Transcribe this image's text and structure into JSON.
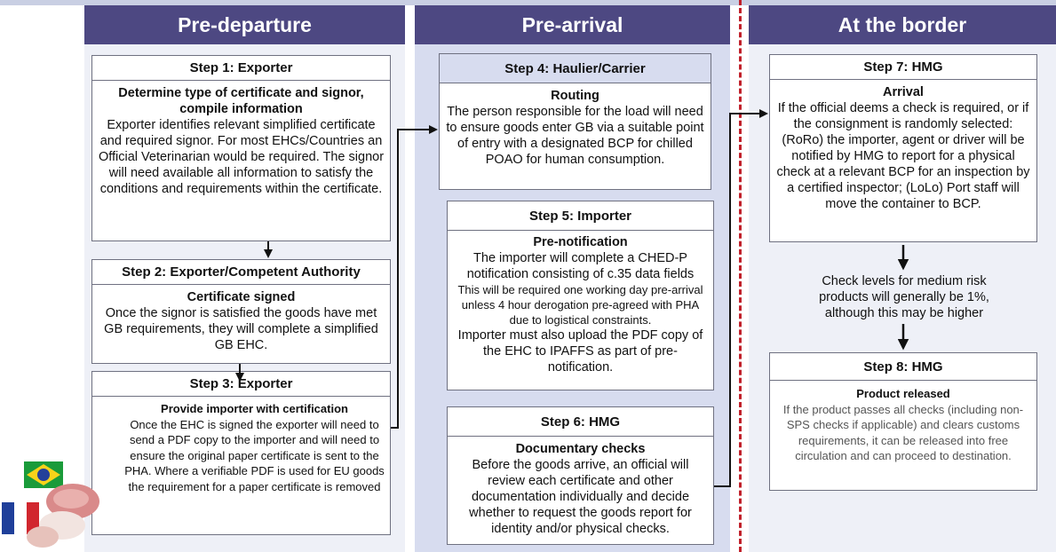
{
  "columns": {
    "pre_departure": "Pre-departure",
    "pre_arrival": "Pre-arrival",
    "at_border": "At the border"
  },
  "steps": {
    "s1": {
      "title": "Step 1: Exporter",
      "heading": "Determine type of certificate and signor, compile information",
      "text": "Exporter identifies relevant simplified certificate and required signor. For most EHCs/Countries an Official Veterinarian would be required. The signor will need available all information to satisfy the conditions and requirements within the certificate."
    },
    "s2": {
      "title": "Step 2: Exporter/Competent Authority",
      "heading": "Certificate signed",
      "text": "Once the signor is satisfied the goods have met GB requirements, they will complete a simplified GB EHC."
    },
    "s3": {
      "title": "Step 3: Exporter",
      "heading": "Provide importer with certification",
      "text": "Once the EHC is signed the exporter will need to send a PDF copy to the importer and will need to ensure the original paper certificate is sent to the PHA. Where a verifiable PDF is used for EU goods the requirement for a paper certificate is removed"
    },
    "s4": {
      "title": "Step 4: Haulier/Carrier",
      "heading": "Routing",
      "text": "The person responsible for the load will need to ensure goods enter GB via a suitable point of entry with a designated BCP for chilled POAO for human consumption."
    },
    "s5": {
      "title": "Step 5: Importer",
      "heading": "Pre-notification",
      "text1": "The importer will complete a CHED-P notification consisting of c.35 data fields",
      "text2": "This will be required one working day pre-arrival unless 4 hour derogation pre-agreed with PHA due to logistical constraints.",
      "text3": "Importer must also upload the PDF copy of the EHC to IPAFFS as part of pre-notification."
    },
    "s6": {
      "title": "Step 6: HMG",
      "heading": "Documentary checks",
      "text": "Before the goods arrive, an official will review each certificate and other documentation individually and decide whether to request the goods report for identity and/or physical checks."
    },
    "s7": {
      "title": "Step 7: HMG",
      "heading": "Arrival",
      "text": "If the official deems a check is required, or if the consignment is randomly selected: (RoRo) the importer, agent or driver will be notified by HMG to report for a physical check at a relevant BCP for an inspection by a certified inspector; (LoLo) Port staff will move the container to BCP."
    },
    "check_levels": "Check levels for medium risk products will generally be 1%, although this may be higher",
    "s8": {
      "title": "Step 8: HMG",
      "heading": "Product released",
      "text": "If the product passes all checks (including non-SPS checks if applicable) and clears customs requirements, it can be released into free circulation and can proceed to destination."
    }
  },
  "colors": {
    "header": "#4d4882",
    "column_bg": "#d7dcef",
    "divider": "#c0202a"
  },
  "icons": [
    "brazil-flag-icon",
    "france-flag-icon",
    "meat-icon"
  ]
}
